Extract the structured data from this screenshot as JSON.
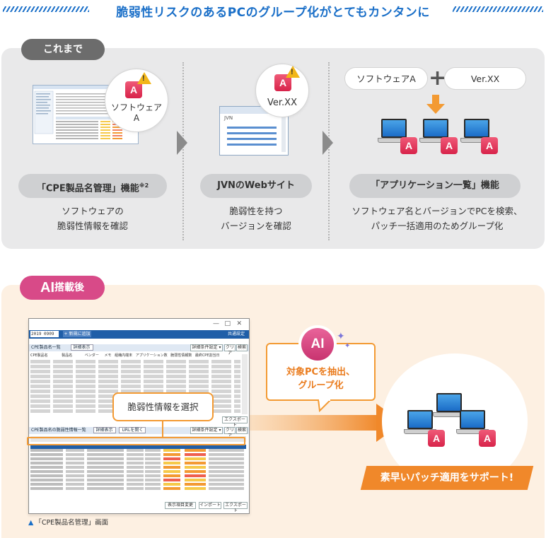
{
  "title": "脆弱性リスクのあるPCのグループ化がとてもカンタンに",
  "before": {
    "label": "これまで",
    "col1": {
      "bubble": "ソフトウェア\nA",
      "bubble_line1": "ソフトウェア",
      "bubble_line2": "A",
      "app_letter": "A",
      "pill": "「CPE製品名管理」機能",
      "pill_sup": "※2",
      "desc_line1": "ソフトウェアの",
      "desc_line2": "脆弱性情報を確認"
    },
    "col2": {
      "bubble": "Ver.XX",
      "app_letter": "A",
      "jvn_label": "JVN",
      "pill": "JVNのWebサイト",
      "desc_line1": "脆弱性を持つ",
      "desc_line2": "バージョンを確認"
    },
    "col3": {
      "software_pill": "ソフトウェアA",
      "plus": "+",
      "version_pill": "Ver.XX",
      "app_letter": "A",
      "pill": "「アプリケーション一覧」機能",
      "desc_line1": "ソフトウェア名とバージョンでPCを検索、",
      "desc_line2": "パッチ一括適用のためグループ化"
    }
  },
  "after": {
    "label_ai": "AI",
    "label_rest": "搭載後",
    "window": {
      "field_value": "2019 0909",
      "tab_label": "+ 新規に追加",
      "shared_setting": "共通設定",
      "section1": "CPE製品名一覧",
      "section1_btn": "詳細表示",
      "btn_search": "検索",
      "btn_clear": "クリア",
      "btn_detail_settings": "詳細条件設定 ▾",
      "btn_export": "エクスポート",
      "col_headers": [
        "CPE製品名",
        "製品名",
        "ベンダー",
        "メモ",
        "組織内端末",
        "アプリケーション数",
        "脆弱性情報数",
        "最終CPE割当日"
      ],
      "section2": "CPE製品名の脆弱性情報一覧",
      "section2_btn1": "詳細表示",
      "section2_btn2": "URLを開く",
      "btn_change_display": "表示項目変更",
      "btn_import": "インポート"
    },
    "callout": "脆弱性情報を選択",
    "caption": "「CPE製品名管理」画面",
    "caption_mark": "▲",
    "ai_badge": "AI",
    "ai_box_line1": "対象PCを抽出、",
    "ai_box_line2": "グループ化",
    "app_letter": "A",
    "support": "素早いパッチ適用をサポート!"
  },
  "colors": {
    "title_blue": "#1a6fc8",
    "grey_panel": "#e9e9ea",
    "peach_panel": "#fdf0e2",
    "orange": "#f39a33",
    "pink": "#d84a88",
    "app_red": "#d8234a",
    "warning_yellow": "#f2b619"
  },
  "icons": [
    "app-a-icon",
    "warning-icon",
    "laptop-icon",
    "down-arrow-icon",
    "sparkle-icon",
    "arrow-right-icon"
  ]
}
